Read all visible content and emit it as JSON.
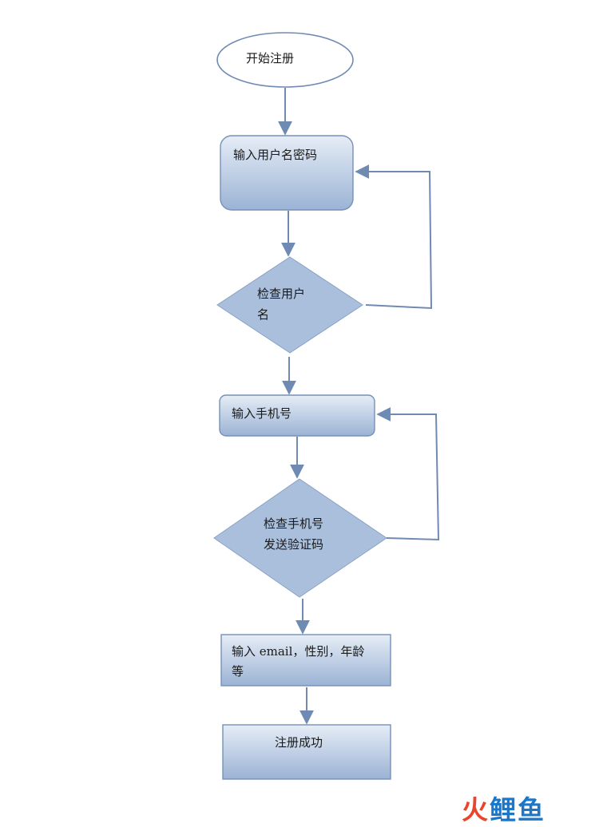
{
  "nodes": {
    "start": "开始注册",
    "input_username_password": "输入用户名密码",
    "check_username_line1": "检查用户",
    "check_username_line2": "名",
    "input_phone": "输入手机号",
    "check_phone_line1": "检查手机号",
    "check_phone_line2": "发送验证码",
    "input_email_line1": "输入 email，性别，年龄",
    "input_email_line2": "等",
    "success": "注册成功"
  },
  "watermark": {
    "part1": "火",
    "part2": "鲤鱼"
  },
  "colors": {
    "fill_top": "#e8eef6",
    "fill_bottom": "#9fb6d6",
    "stroke": "#7690b8",
    "arrow": "#6f8bb3"
  }
}
